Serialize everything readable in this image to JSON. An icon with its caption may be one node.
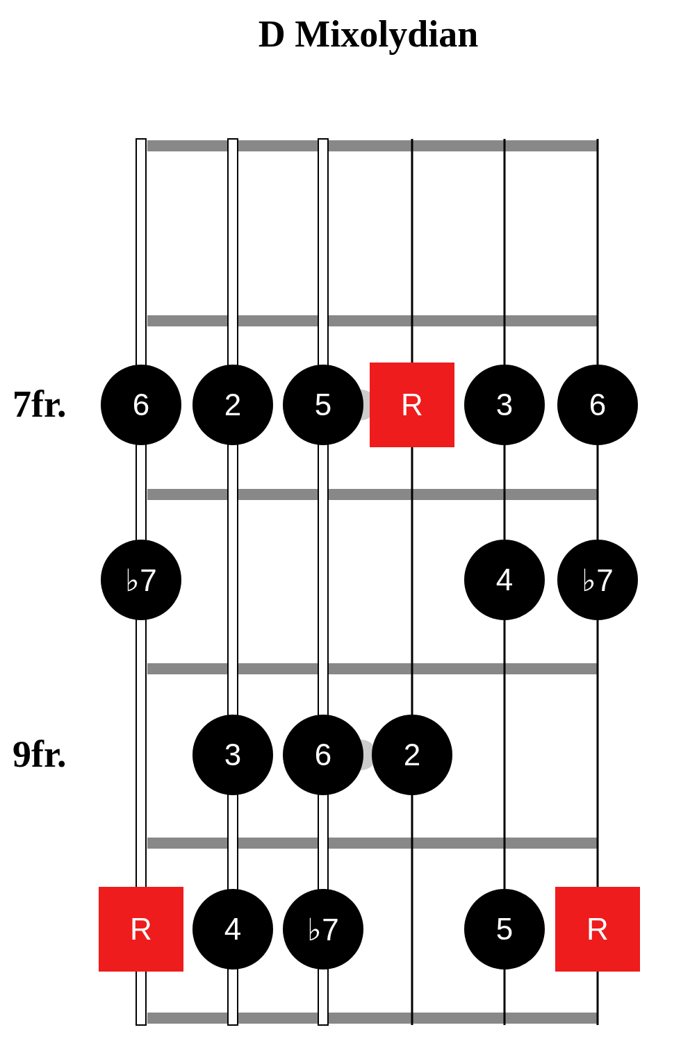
{
  "diagram": {
    "title": "D Mixolydian",
    "nodes": [
      {
        "text": [
          "6"
        ]
      },
      {
        "text": [
          "2"
        ]
      },
      {
        "text": [
          "5"
        ]
      },
      {
        "text": [
          "R"
        ]
      },
      {
        "text": [
          "3"
        ]
      },
      {
        "text": [
          "6"
        ]
      },
      {
        "text": [
          "♭7"
        ]
      },
      {
        "text": [
          "4"
        ]
      },
      {
        "text": [
          "♭7"
        ]
      },
      {
        "text": [
          "3"
        ]
      },
      {
        "text": [
          "6"
        ]
      },
      {
        "text": [
          "2"
        ]
      },
      {
        "text": [
          "R"
        ]
      },
      {
        "text": [
          "4"
        ]
      },
      {
        "text": [
          "♭7"
        ]
      },
      {
        "text": [
          "5"
        ]
      },
      {
        "text": [
          "R"
        ]
      }
    ],
    "labels": [
      "7fr.",
      "9fr."
    ]
  }
}
